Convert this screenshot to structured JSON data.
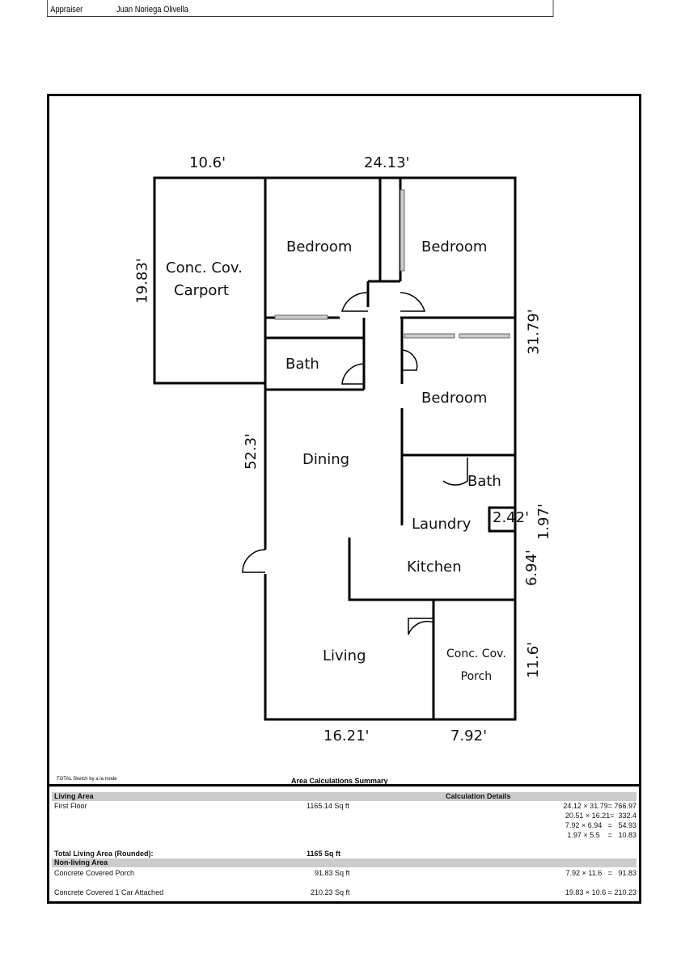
{
  "header": {
    "label": "Appraiser",
    "value": "Juan Noriega Olivella"
  },
  "plan": {
    "rooms": {
      "carport": [
        "Conc. Cov.",
        "Carport"
      ],
      "bedroom1": "Bedroom",
      "bedroom2": "Bedroom",
      "bedroom3": "Bedroom",
      "bath1": "Bath",
      "bath2": "Bath",
      "dining": "Dining",
      "laundry": "Laundry",
      "kitchen": "Kitchen",
      "living": "Living",
      "porch": [
        "Conc. Cov.",
        "Porch"
      ]
    },
    "dims": {
      "top_left": "10.6'",
      "top_right": "24.13'",
      "left_carport": "19.83'",
      "left_main": "52.3'",
      "right_main": "31.79'",
      "notch_w": "2.42'",
      "notch_h": "1.97'",
      "kitchen_h": "6.94'",
      "porch_h": "11.6'",
      "bottom_left": "16.21'",
      "bottom_right": "7.92'"
    }
  },
  "summary": {
    "credit": "TOTAL Sketch by a la mode",
    "title": "Area Calculations Summary",
    "living_header": "Living Area",
    "calc_header": "Calculation Details",
    "first_floor": {
      "label": "First Floor",
      "area": "1165.14 Sq ft",
      "calcs": [
        "24.12 × 31.79= 766.97",
        "20.51 × 16.21=  332.4",
        "7.92 × 6.94   =   54.93",
        "1.97 × 5.5    =   10.83"
      ]
    },
    "total": {
      "label": "Total Living Area (Rounded):",
      "area": "1165 Sq ft"
    },
    "nonliving_header": "Non-living Area",
    "porch": {
      "label": "Concrete Covered Porch",
      "area": "91.83 Sq ft",
      "calc": "7.92 × 11.6   =   91.83"
    },
    "carport": {
      "label": "Concrete Covered 1 Car Attached",
      "area": "210.23 Sq ft",
      "calc": "19.83 × 10.6 = 210.23"
    }
  }
}
